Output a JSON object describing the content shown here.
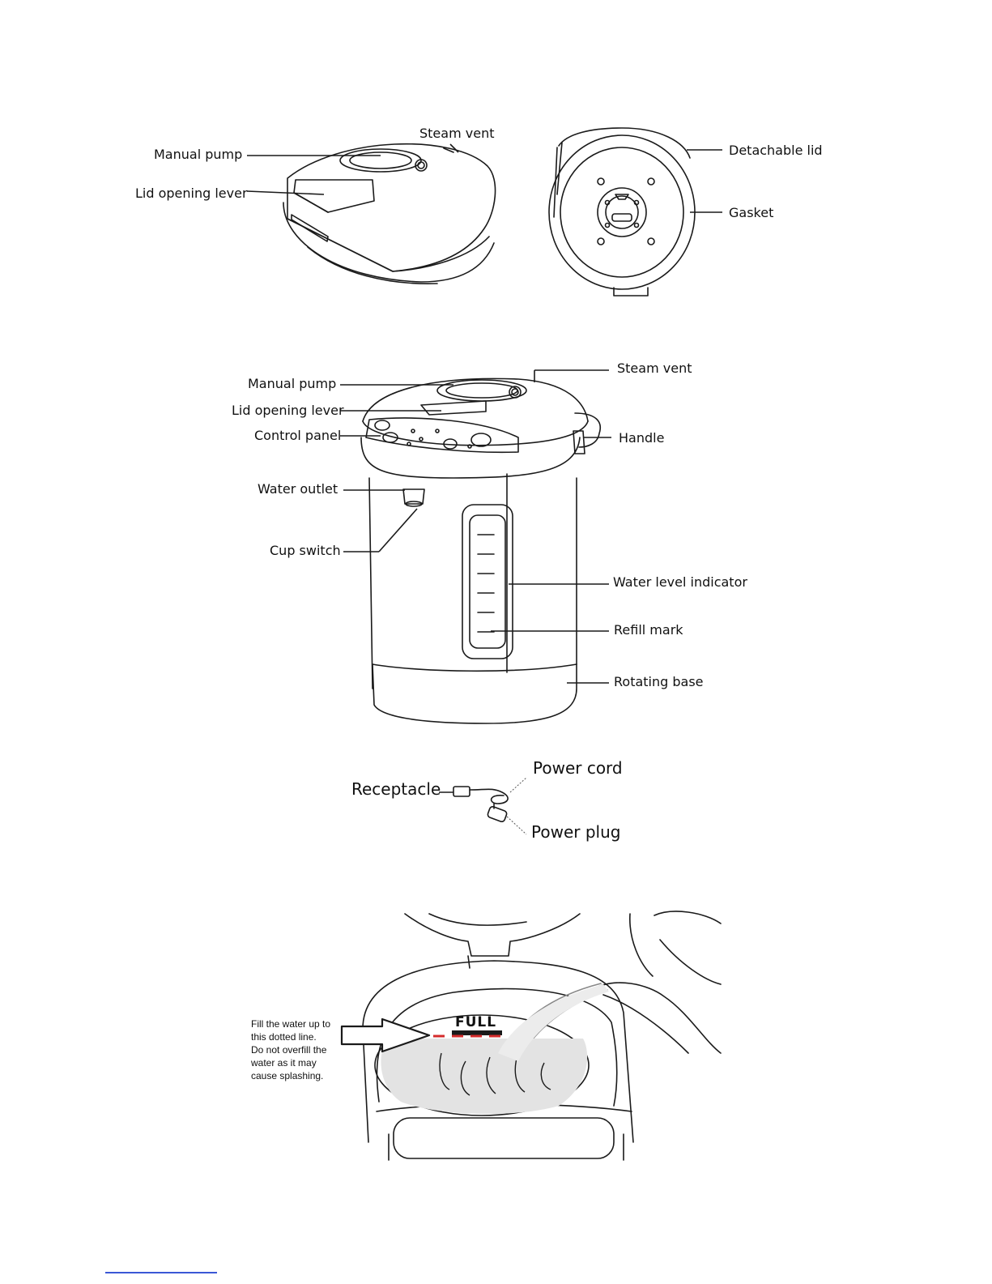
{
  "lid_diagram": {
    "labels": {
      "manual_pump": "Manual pump",
      "steam_vent": "Steam vent",
      "lid_opening_lever": "Lid opening lever",
      "detachable_lid": "Detachable lid",
      "gasket": "Gasket"
    }
  },
  "pot_diagram": {
    "labels": {
      "manual_pump": "Manual pump",
      "steam_vent": "Steam vent",
      "lid_opening_lever": "Lid opening lever",
      "control_panel": "Control panel",
      "handle": "Handle",
      "water_outlet": "Water outlet",
      "cup_switch": "Cup switch",
      "water_level_indicator": "Water level indicator",
      "refill_mark": "Refill mark",
      "rotating_base": "Rotating base"
    }
  },
  "cord_diagram": {
    "labels": {
      "receptacle": "Receptacle",
      "power_cord": "Power cord",
      "power_plug": "Power plug"
    }
  },
  "fill_diagram": {
    "full_mark": "FULL",
    "instruction_lines": [
      "Fill the water up to",
      "this dotted line.",
      "Do not overfill the",
      "water as it may",
      "cause splashing."
    ],
    "colors": {
      "full_line": "#d42b2b",
      "water": "#e3e3e3"
    }
  }
}
